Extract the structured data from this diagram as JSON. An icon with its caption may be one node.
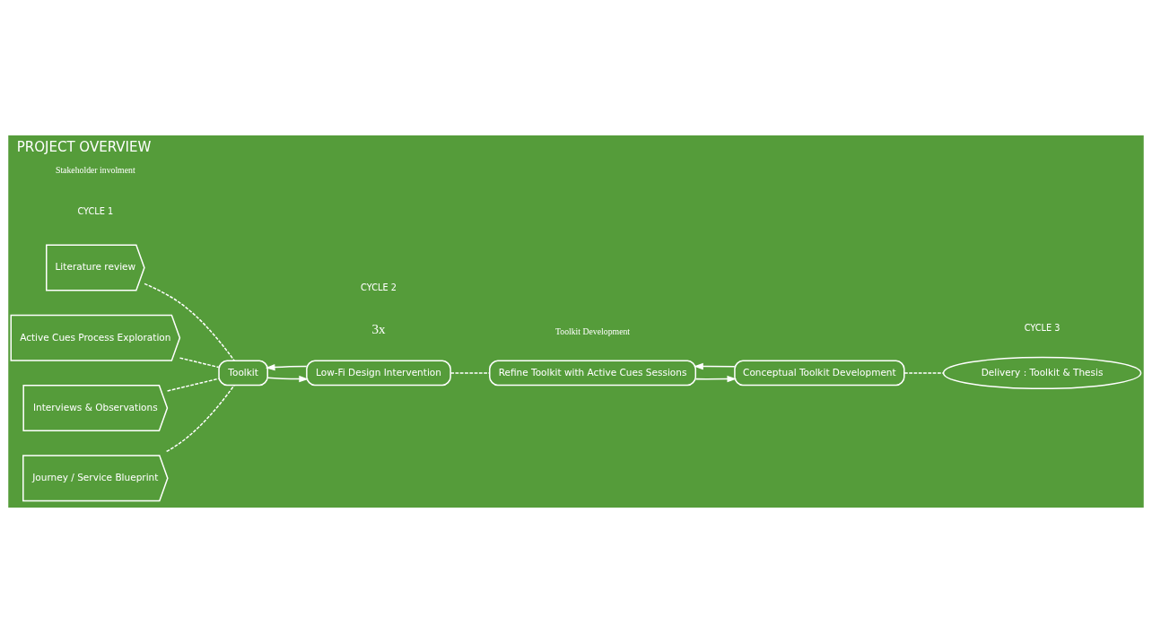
{
  "diagram": {
    "title": "PROJECT OVERVIEW",
    "nodes": [
      {
        "text": [
          "Literature review"
        ]
      },
      {
        "text": [
          "Active Cues Process Exploration"
        ]
      },
      {
        "text": [
          "Interviews & Observations"
        ]
      },
      {
        "text": [
          "Journey / Service Blueprint"
        ]
      },
      {
        "text": [
          "Toolkit"
        ]
      },
      {
        "text": [
          "Low-Fi Design Intervention"
        ]
      },
      {
        "text": [
          "Refine Toolkit with Active Cues Sessions"
        ]
      },
      {
        "text": [
          "Conceptual Toolkit Development"
        ]
      },
      {
        "text": [
          "Delivery : Toolkit & Thesis"
        ]
      }
    ],
    "edges": [
      {
        "from": 0,
        "to": 4,
        "arrow": "none",
        "style": "dashed"
      },
      {
        "from": 1,
        "to": 4,
        "arrow": "none",
        "style": "dashed"
      },
      {
        "from": 2,
        "to": 4,
        "arrow": "none",
        "style": "dashed"
      },
      {
        "from": 3,
        "to": 4,
        "arrow": "none",
        "style": "dashed"
      },
      {
        "from": 4,
        "to": 5,
        "arrow": "to"
      },
      {
        "from": 5,
        "to": 4,
        "arrow": "to"
      },
      {
        "from": 5,
        "to": 6,
        "arrow": "none",
        "style": "dashed"
      },
      {
        "from": 6,
        "to": 7,
        "arrow": "to"
      },
      {
        "from": 7,
        "to": 6,
        "arrow": "to"
      },
      {
        "from": 7,
        "to": 8,
        "arrow": "none",
        "style": "dashed"
      }
    ],
    "labels": [
      "3x",
      "CYCLE 1",
      "CYCLE 2",
      "CYCLE 3",
      "Stakeholder involment",
      "Toolkit Development"
    ]
  }
}
